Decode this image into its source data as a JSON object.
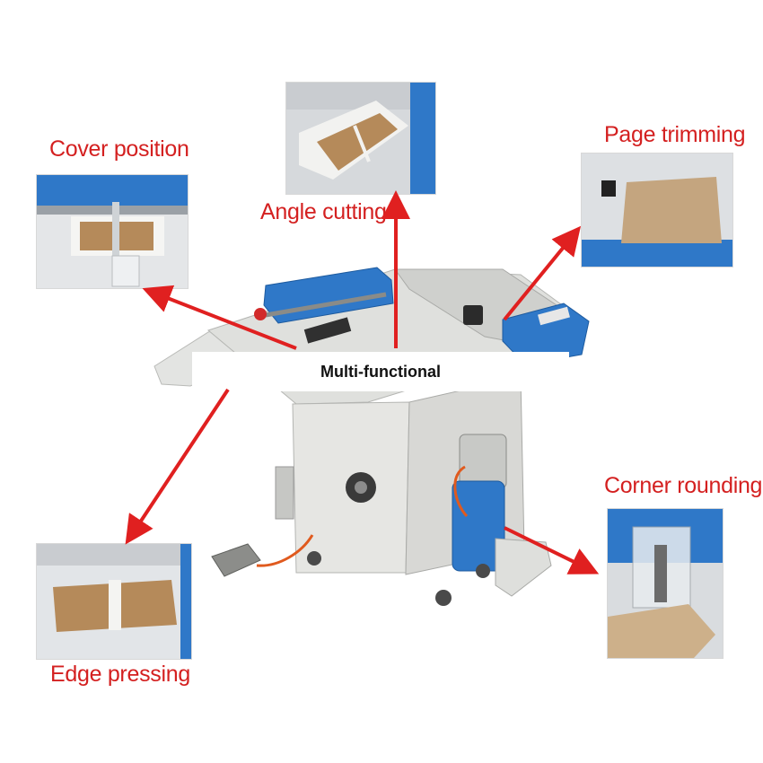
{
  "banner": {
    "text": "Multi-functional"
  },
  "features": {
    "cover_position": "Cover position",
    "angle_cutting": "Angle cutting",
    "page_trimming": "Page trimming",
    "corner_rounding": "Corner rounding",
    "edge_pressing": "Edge pressing"
  },
  "colors": {
    "label": "#d42020",
    "arrow": "#e02020",
    "machine_blue": "#2f78c8",
    "machine_gray": "#d9d9d6"
  }
}
